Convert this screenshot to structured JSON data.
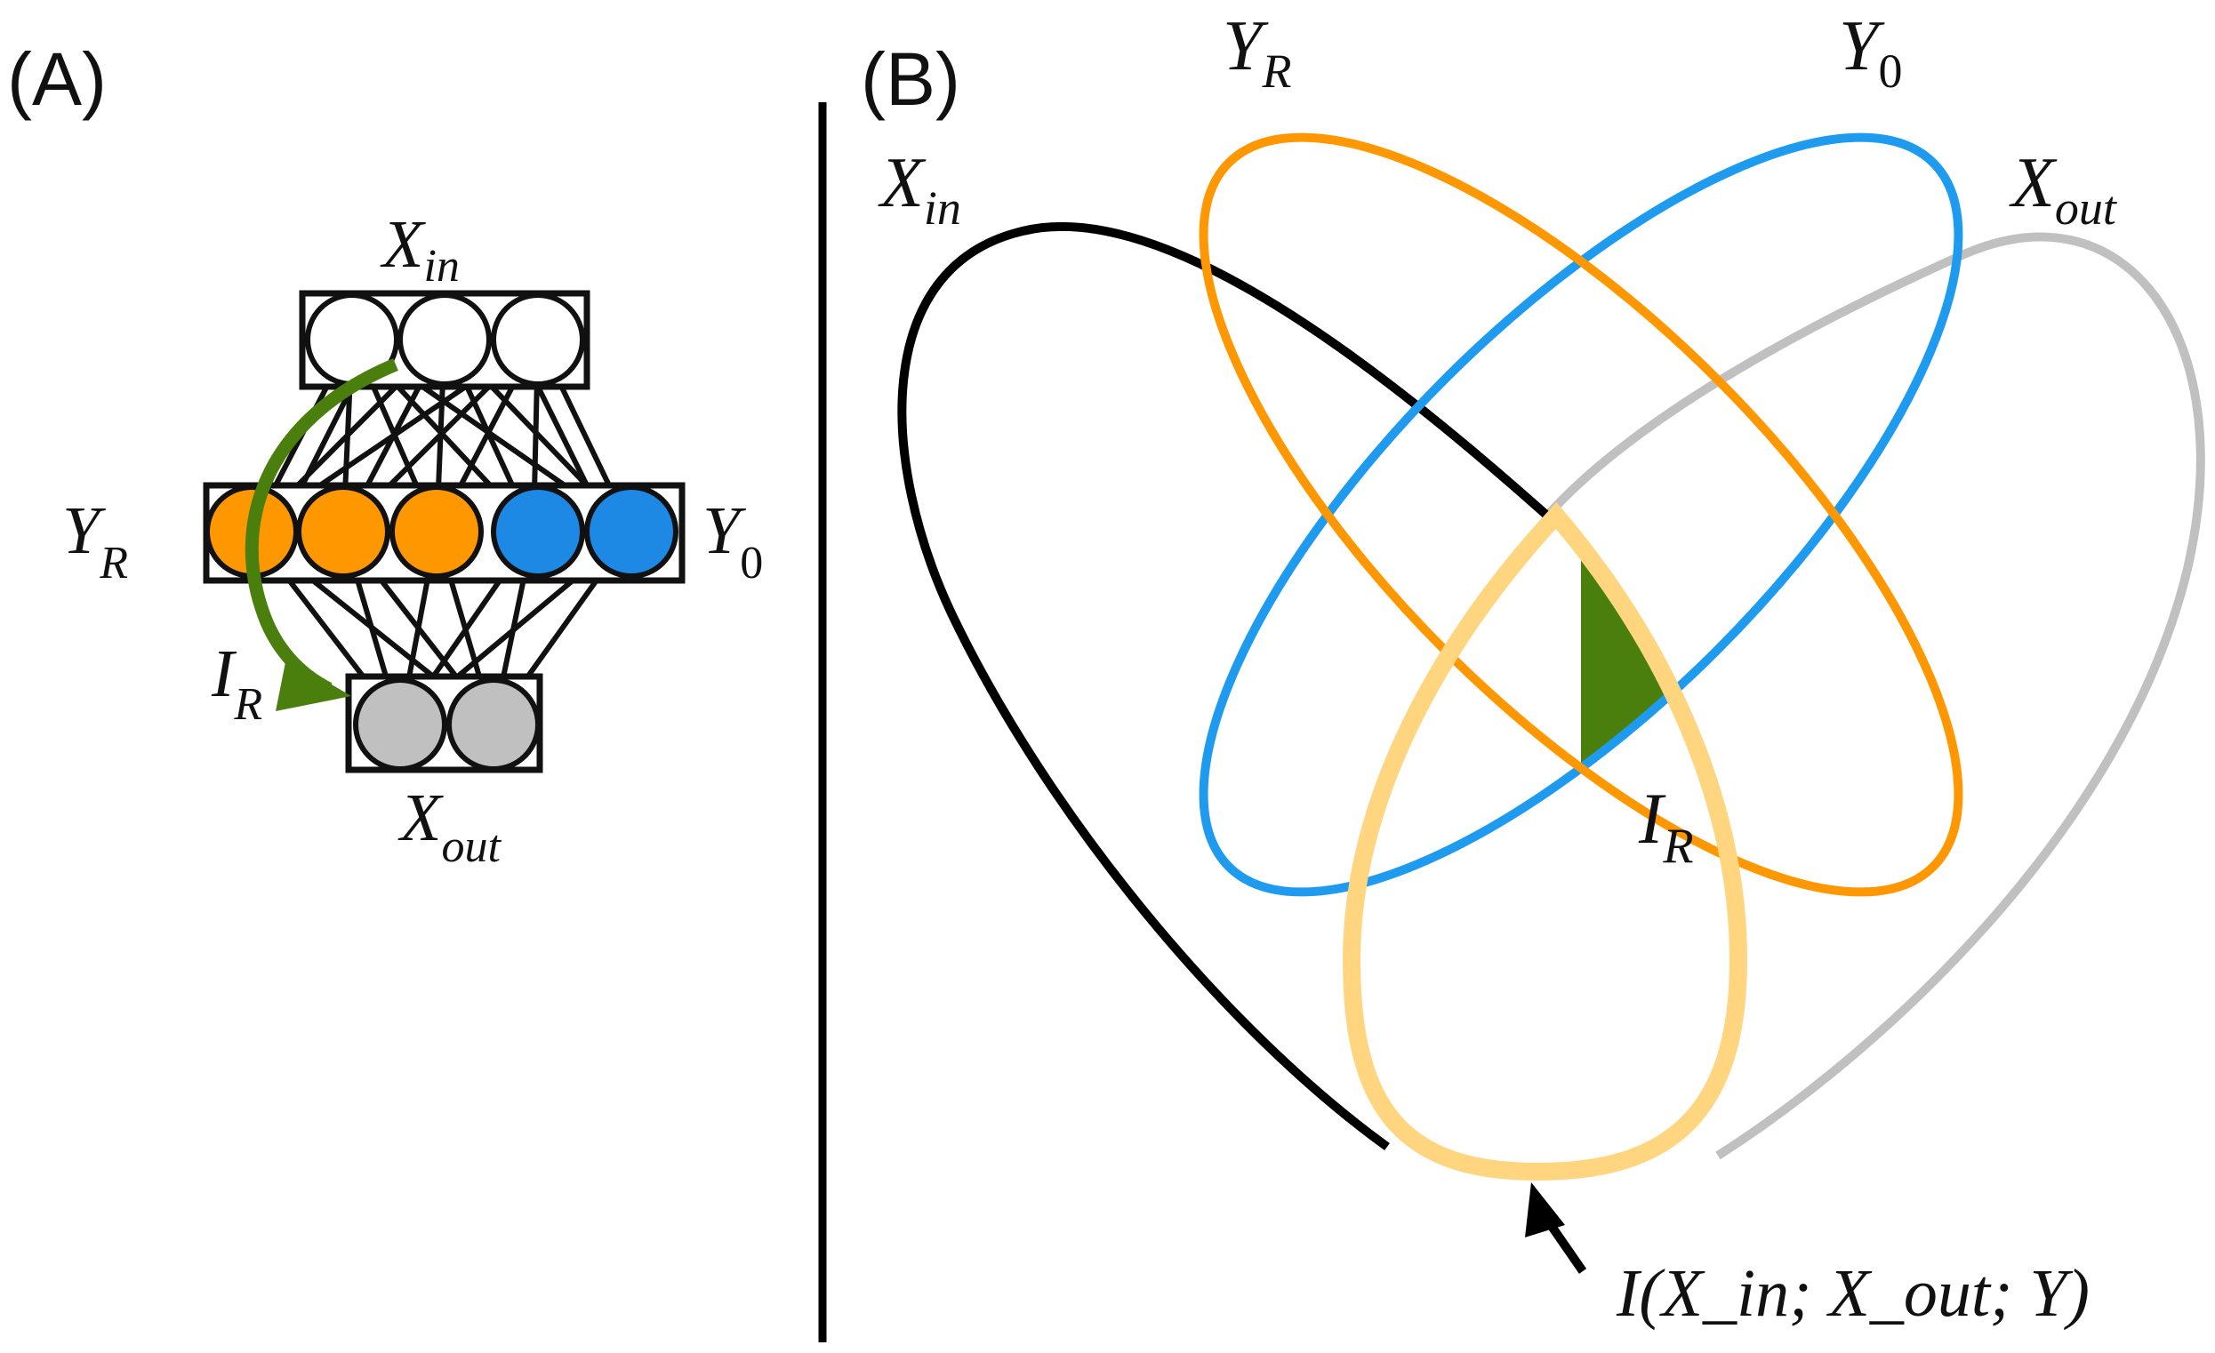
{
  "panel_a": {
    "label": "(A)",
    "input_layer": {
      "name": "X",
      "sub": "in",
      "neurons": 3,
      "color": "#ffffff"
    },
    "hidden_layer": {
      "relevant": {
        "name": "Y",
        "sub": "R",
        "neurons": 3,
        "color": "#ff9800"
      },
      "irrelevant": {
        "name": "Y",
        "sub": "0",
        "neurons": 2,
        "color": "#1e88e5"
      }
    },
    "output_layer": {
      "name": "X",
      "sub": "out",
      "neurons": 2,
      "color": "#c0c0c0"
    },
    "flow_arrow": {
      "name": "I",
      "sub": "R",
      "color": "#4a7f0e"
    }
  },
  "panel_b": {
    "label": "(B)",
    "sets": [
      {
        "name": "X",
        "sub": "in",
        "color": "#000000"
      },
      {
        "name": "Y",
        "sub": "R",
        "color": "#ff9800"
      },
      {
        "name": "Y",
        "sub": "0",
        "color": "#1e9bef"
      },
      {
        "name": "X",
        "sub": "out",
        "color": "#c0c0c0"
      }
    ],
    "region": {
      "name": "I",
      "sub": "R",
      "color": "#4a7f0e"
    },
    "outline": {
      "label": "I(X_in; X_out; Y)",
      "color": "#ffd580"
    }
  },
  "divider_color": "#000000"
}
